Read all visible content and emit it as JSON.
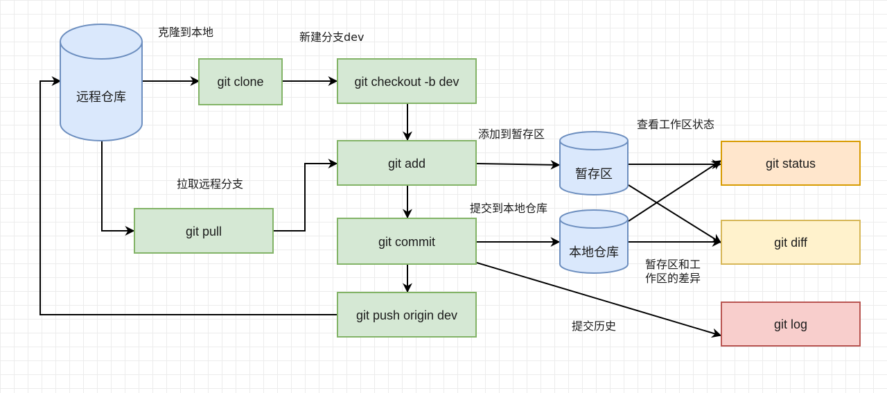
{
  "colors": {
    "green_fill": "#d5e8d4",
    "green_stroke": "#82b366",
    "blue_fill": "#dae8fc",
    "blue_stroke": "#6c8ebf",
    "orange_fill": "#ffe6cc",
    "orange_stroke": "#d79b00",
    "yellow_fill": "#fff2cc",
    "yellow_stroke": "#d6b656",
    "red_fill": "#f8cecc",
    "red_stroke": "#b85450"
  },
  "repos": {
    "remote": "远程仓库",
    "staging": "暂存区",
    "local": "本地仓库"
  },
  "commands": {
    "clone": "git clone",
    "checkout": "git checkout -b dev",
    "add": "git add",
    "pull": "git pull",
    "commit": "git commit",
    "push": "git push origin dev",
    "status": "git status",
    "diff": "git diff",
    "log": "git log"
  },
  "edge_labels": {
    "clone": "克隆到本地",
    "new_branch": "新建分支dev",
    "add_to_stage": "添加到暂存区",
    "view_status": "查看工作区状态",
    "pull_remote": "拉取远程分支",
    "commit_local": "提交到本地仓库",
    "diff_line1": "暂存区和工",
    "diff_line2": "作区的差异",
    "history": "提交历史"
  }
}
